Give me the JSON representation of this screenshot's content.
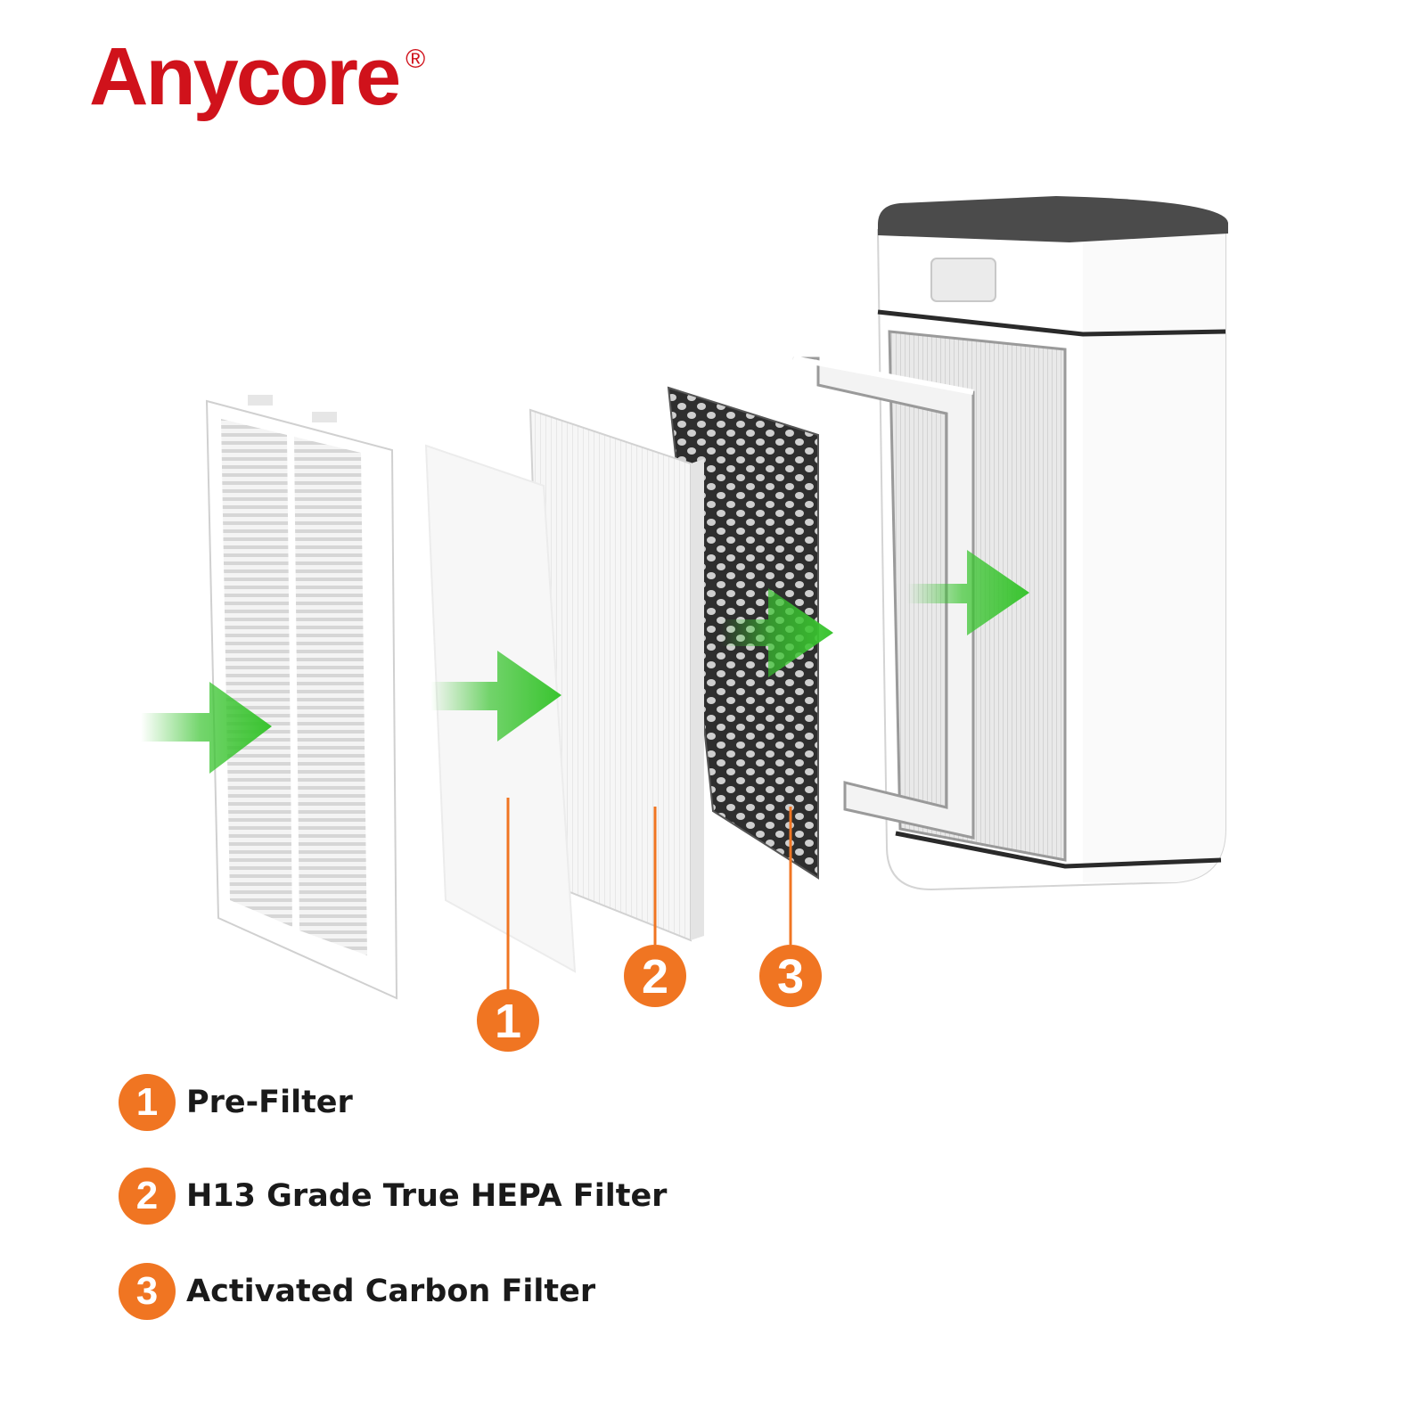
{
  "brand": {
    "name": "Anycore",
    "registered_mark": "®",
    "color": "#d0121b"
  },
  "accent": {
    "callout_orange": "#f07522",
    "airflow_green": "#39c42f"
  },
  "callouts": [
    {
      "number": "1"
    },
    {
      "number": "2"
    },
    {
      "number": "3"
    }
  ],
  "legend": [
    {
      "number": "1",
      "label": "Pre-Filter"
    },
    {
      "number": "2",
      "label": "H13 Grade True HEPA Filter"
    },
    {
      "number": "3",
      "label": "Activated Carbon Filter"
    }
  ],
  "icons": [
    "airflow-arrow-icon",
    "registered-trademark-icon"
  ]
}
